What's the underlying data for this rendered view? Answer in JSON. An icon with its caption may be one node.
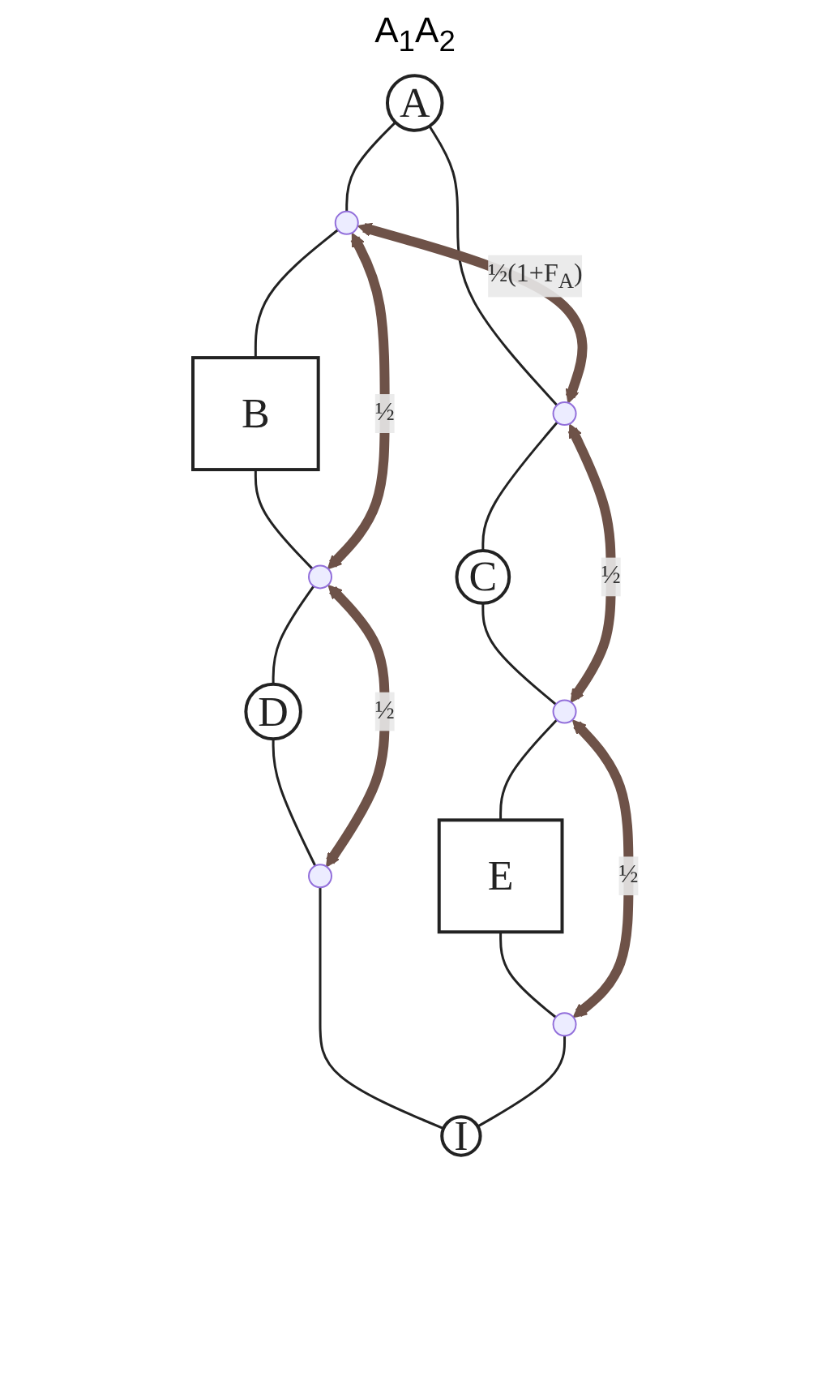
{
  "diagram": {
    "nodes": [
      {
        "text": [
          "A"
        ]
      },
      {
        "text": [],
        "shape": "circle"
      },
      {
        "text": [],
        "shape": "circle"
      },
      {
        "text": [
          "B"
        ]
      },
      {
        "text": [
          "C"
        ]
      },
      {
        "text": [],
        "shape": "circle"
      },
      {
        "text": [],
        "shape": "circle"
      },
      {
        "text": [
          "D"
        ]
      },
      {
        "text": [
          "E"
        ]
      },
      {
        "text": [],
        "shape": "circle"
      },
      {
        "text": [],
        "shape": "circle"
      },
      {
        "text": [
          "I"
        ]
      }
    ],
    "edges": [
      {
        "from": 0,
        "to": 1,
        "arrow": "none"
      },
      {
        "from": 1,
        "to": 3,
        "arrow": "none"
      },
      {
        "from": 0,
        "to": 2,
        "arrow": "none"
      },
      {
        "from": 2,
        "to": 4,
        "arrow": "none"
      },
      {
        "from": 3,
        "to": 5,
        "arrow": "none"
      },
      {
        "from": 5,
        "to": 7,
        "arrow": "none"
      },
      {
        "from": 4,
        "to": 6,
        "arrow": "none"
      },
      {
        "from": 6,
        "to": 8,
        "arrow": "none"
      },
      {
        "from": 7,
        "to": 9,
        "arrow": "none"
      },
      {
        "from": 9,
        "to": 11,
        "arrow": "none"
      },
      {
        "from": 8,
        "to": 10,
        "arrow": "none"
      },
      {
        "from": 10,
        "to": 11,
        "arrow": "none"
      },
      {
        "from": 1,
        "to": 2,
        "arrow": "both",
        "label": "½(1+F$_{A}$)",
        "style": "thick",
        "color": "#6e5248"
      },
      {
        "from": 1,
        "to": 5,
        "arrow": "both",
        "label": "½",
        "style": "thick",
        "color": "#6e5248"
      },
      {
        "from": 2,
        "to": 6,
        "arrow": "both",
        "label": "½",
        "style": "thick",
        "color": "#6e5248"
      },
      {
        "from": 5,
        "to": 9,
        "arrow": "both",
        "label": "½",
        "style": "thick",
        "color": "#6e5248"
      },
      {
        "from": 6,
        "to": 10,
        "arrow": "both",
        "label": "½",
        "style": "thick",
        "color": "#6e5248"
      }
    ],
    "labels": [
      "A$_{1}$A$_{2}$"
    ]
  }
}
